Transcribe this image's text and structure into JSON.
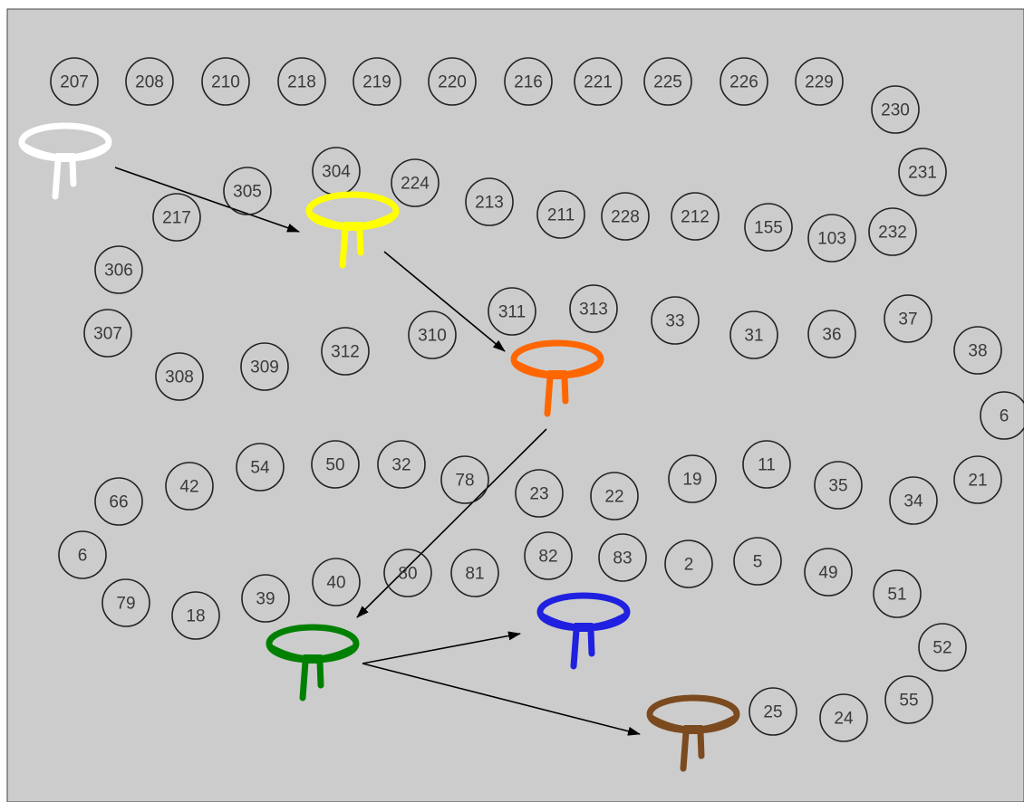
{
  "background_color": "#cccccc",
  "nodes": [
    "207",
    "208",
    "210",
    "218",
    "219",
    "220",
    "216",
    "221",
    "225",
    "226",
    "229",
    "230",
    "231",
    "232",
    "103",
    "155",
    "212",
    "228",
    "211",
    "213",
    "224",
    "304",
    "305",
    "217",
    "306",
    "307",
    "308",
    "309",
    "312",
    "310",
    "311",
    "313",
    "33",
    "31",
    "36",
    "37",
    "38",
    "6",
    "21",
    "34",
    "35",
    "11",
    "19",
    "22",
    "23",
    "78",
    "32",
    "50",
    "54",
    "42",
    "66",
    "6",
    "79",
    "18",
    "39",
    "40",
    "80",
    "81",
    "82",
    "83",
    "2",
    "5",
    "49",
    "51",
    "52",
    "55",
    "24",
    "25"
  ],
  "belts": [
    {
      "name": "white-belt",
      "color": "#ffffff"
    },
    {
      "name": "yellow-belt",
      "color": "#ffff00"
    },
    {
      "name": "orange-belt",
      "color": "#ff6600"
    },
    {
      "name": "green-belt",
      "color": "#008000"
    },
    {
      "name": "blue-belt",
      "color": "#2020e0"
    },
    {
      "name": "brown-belt",
      "color": "#7b4a1e"
    }
  ],
  "arrows": [
    {
      "from": "white-belt",
      "to": "yellow-belt"
    },
    {
      "from": "yellow-belt",
      "to": "orange-belt"
    },
    {
      "from": "orange-belt",
      "to": "green-belt"
    },
    {
      "from": "green-belt",
      "to": "blue-belt"
    },
    {
      "from": "green-belt",
      "to": "brown-belt"
    }
  ]
}
